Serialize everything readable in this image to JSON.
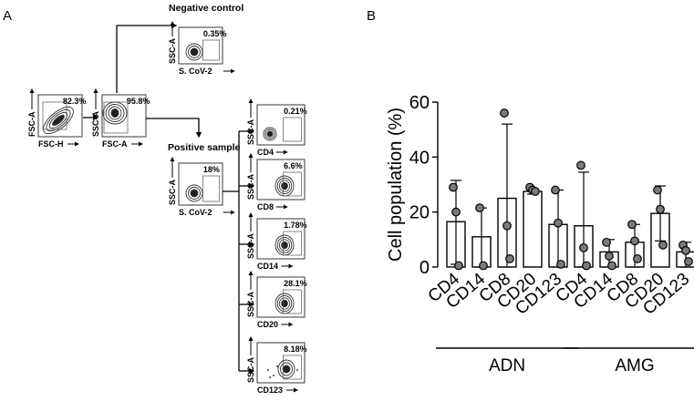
{
  "panel_labels": {
    "a": "A",
    "b": "B"
  },
  "panel_a": {
    "headers": {
      "negative": "Negative control",
      "positive": "Positive sample"
    },
    "plots": {
      "fsc_h": {
        "y_axis": "FSC-A",
        "x_axis": "FSC-H",
        "percent": "82.3%"
      },
      "fsc_a": {
        "y_axis": "SSC-A",
        "x_axis": "FSC-A",
        "percent": "95.8%"
      },
      "neg": {
        "y_axis": "SSC-A",
        "x_axis": "S. CoV-2",
        "percent": "0.35%"
      },
      "pos": {
        "y_axis": "SSC-A",
        "x_axis": "S. CoV-2",
        "percent": "18%"
      },
      "cd4": {
        "y_axis": "SSC-A",
        "x_axis": "CD4",
        "percent": "0.21%"
      },
      "cd8": {
        "y_axis": "SSC-A",
        "x_axis": "CD8",
        "percent": "6.6%"
      },
      "cd14": {
        "y_axis": "SSC-A",
        "x_axis": "CD14",
        "percent": "1.78%"
      },
      "cd20": {
        "y_axis": "SSC-A",
        "x_axis": "CD20",
        "percent": "28.1%"
      },
      "cd123": {
        "y_axis": "SSC-A",
        "x_axis": "CD123",
        "percent": "8.18%"
      }
    }
  },
  "chart_data": {
    "type": "bar",
    "ylabel": "Cell population (%)",
    "ylim": [
      0,
      60
    ],
    "yticks": [
      "0",
      "20",
      "40",
      "60"
    ],
    "categories": [
      "CD4",
      "CD14",
      "CD8",
      "CD20",
      "CD123",
      "CD4",
      "CD14",
      "CD8",
      "CD20",
      "CD123"
    ],
    "groups": [
      {
        "name": "ADN",
        "start": 0,
        "end": 4
      },
      {
        "name": "AMG",
        "start": 5,
        "end": 9
      }
    ],
    "values": [
      16.5,
      11,
      25,
      27.5,
      15.5,
      15,
      5.5,
      9,
      19.5,
      5.5
    ],
    "err_high": [
      31.5,
      21.5,
      52,
      28.5,
      28,
      34.5,
      10,
      15.5,
      29.5,
      9
    ],
    "err_low": [
      1,
      0,
      0,
      26.5,
      0,
      0,
      0,
      0,
      9.5,
      0
    ],
    "points": [
      [
        29,
        20,
        0.5
      ],
      [
        21.5,
        0.5
      ],
      [
        56,
        15,
        3
      ],
      [
        29,
        28,
        27.5
      ],
      [
        28,
        16,
        1
      ],
      [
        37,
        7,
        0.5
      ],
      [
        9,
        4,
        0.5
      ],
      [
        15.5,
        9.5,
        3
      ],
      [
        28,
        21,
        8
      ],
      [
        8,
        6,
        2
      ]
    ],
    "grid": false
  }
}
